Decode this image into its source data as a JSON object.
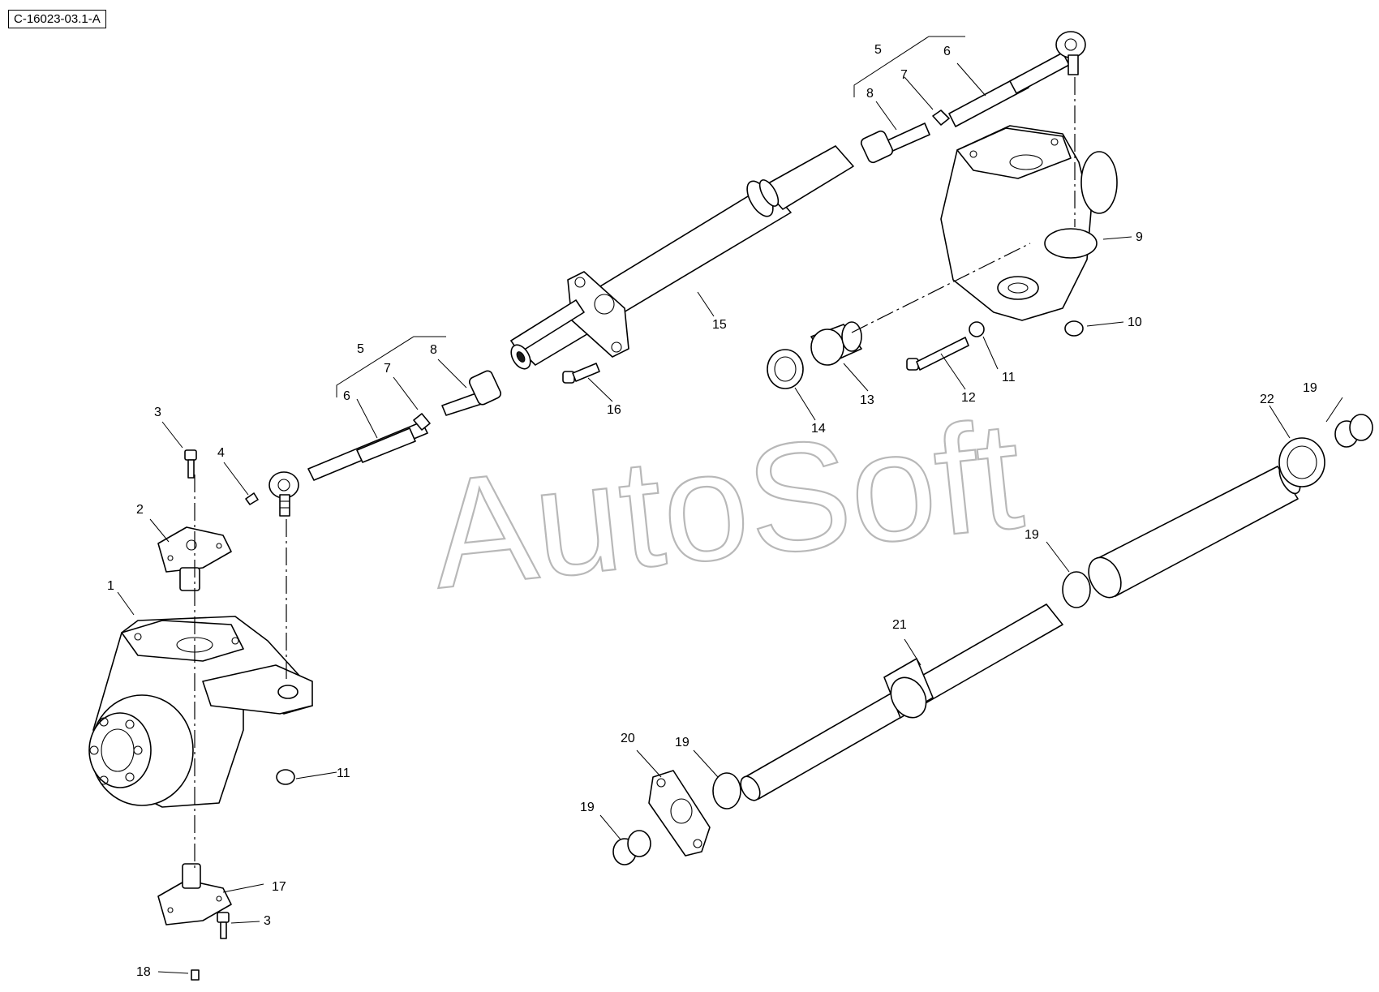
{
  "reference_code": "C-16023-03.1-A",
  "watermark": "AutoSoft",
  "callouts": [
    {
      "id": "c1",
      "label": "1"
    },
    {
      "id": "c2",
      "label": "2"
    },
    {
      "id": "c3a",
      "label": "3"
    },
    {
      "id": "c3b",
      "label": "3"
    },
    {
      "id": "c4",
      "label": "4"
    },
    {
      "id": "c5a",
      "label": "5"
    },
    {
      "id": "c5b",
      "label": "5"
    },
    {
      "id": "c6a",
      "label": "6"
    },
    {
      "id": "c6b",
      "label": "6"
    },
    {
      "id": "c7a",
      "label": "7"
    },
    {
      "id": "c7b",
      "label": "7"
    },
    {
      "id": "c8a",
      "label": "8"
    },
    {
      "id": "c8b",
      "label": "8"
    },
    {
      "id": "c9",
      "label": "9"
    },
    {
      "id": "c10",
      "label": "10"
    },
    {
      "id": "c11a",
      "label": "11"
    },
    {
      "id": "c11b",
      "label": "11"
    },
    {
      "id": "c12",
      "label": "12"
    },
    {
      "id": "c13",
      "label": "13"
    },
    {
      "id": "c14",
      "label": "14"
    },
    {
      "id": "c15",
      "label": "15"
    },
    {
      "id": "c16",
      "label": "16"
    },
    {
      "id": "c17",
      "label": "17"
    },
    {
      "id": "c18",
      "label": "18"
    },
    {
      "id": "c19a",
      "label": "19"
    },
    {
      "id": "c19b",
      "label": "19"
    },
    {
      "id": "c19c",
      "label": "19"
    },
    {
      "id": "c19d",
      "label": "19"
    },
    {
      "id": "c20",
      "label": "20"
    },
    {
      "id": "c21",
      "label": "21"
    },
    {
      "id": "c22",
      "label": "22"
    }
  ]
}
